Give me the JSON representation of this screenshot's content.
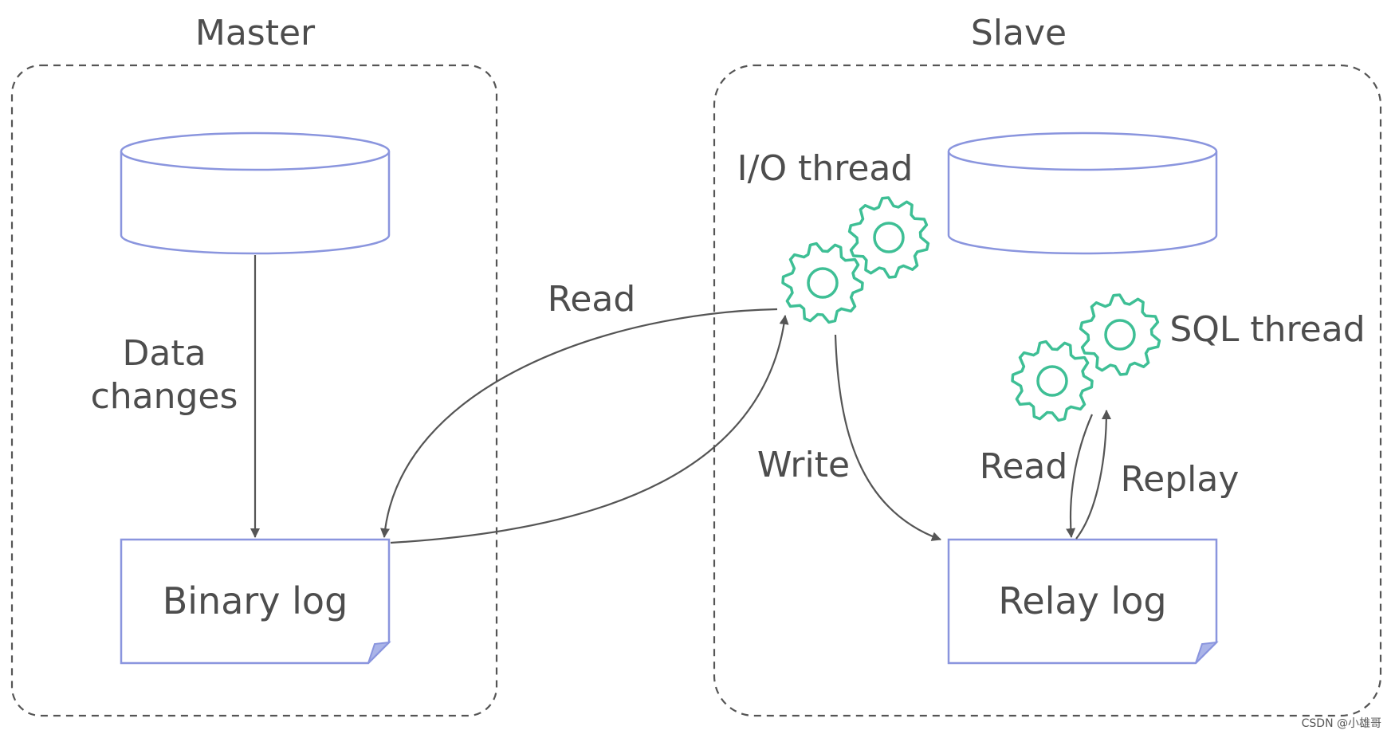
{
  "master": {
    "title": "Master",
    "data_changes_line1": "Data",
    "data_changes_line2": "changes",
    "binary_log": "Binary log"
  },
  "slave": {
    "title": "Slave",
    "io_thread": "I/O thread",
    "sql_thread": "SQL thread",
    "relay_log": "Relay log"
  },
  "edges": {
    "read_binlog": "Read",
    "write": "Write",
    "read_relay": "Read",
    "replay": "Replay"
  },
  "watermark": "CSDN @小雄哥",
  "colors": {
    "frame": "#555555",
    "database_stroke": "#8a95de",
    "gear": "#3ebf95",
    "text": "#4d4d4d",
    "arrow": "#555555"
  },
  "icons": {
    "database": "database-cylinder-icon",
    "gear": "gear-icon",
    "document": "document-icon"
  }
}
